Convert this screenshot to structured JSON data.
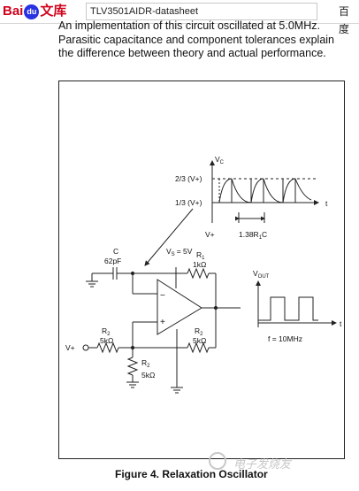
{
  "topbar": {
    "logo_bai": "Bai",
    "logo_du": "du",
    "logo_wenku": "文库",
    "search_value": "TLV3501AIDR-datasheet",
    "right_tab": "百度"
  },
  "paragraph": {
    "line1": "An implementation of this circuit oscillated at 5.0MHz.",
    "line2": "Parasitic capacitance and component tolerances explain",
    "line3": "the difference between theory and actual performance."
  },
  "figure": {
    "vc_label": "V",
    "vc_sub": "C",
    "level_high": "2/3 (V+)",
    "level_low": "1/3 (V+)",
    "axis_t": "t",
    "vplus_top": "V+",
    "period_label": "1.38R",
    "period_sub": "1",
    "period_suffix": "C",
    "vs_label": "V",
    "vs_sub": "S",
    "vs_value": "= 5V",
    "cap_label": "C",
    "cap_value": "62pF",
    "r1_label": "R",
    "r1_sub": "1",
    "r1_value": "1kΩ",
    "vout_label": "V",
    "vout_sub": "OUT",
    "opamp_minus": "−",
    "opamp_plus": "+",
    "r2a_label": "R",
    "r2a_sub": "2",
    "r2a_value": "5kΩ",
    "r2b_label": "R",
    "r2b_sub": "2",
    "r2b_value": "5kΩ",
    "r2c_label": "R",
    "r2c_sub": "2",
    "r2c_value": "5kΩ",
    "vin_label": "V+",
    "freq_label": "f = 10MHz",
    "axis_t2": "t"
  },
  "caption": "Figure 4. Relaxation Oscillator",
  "watermark": "电子发烧友"
}
